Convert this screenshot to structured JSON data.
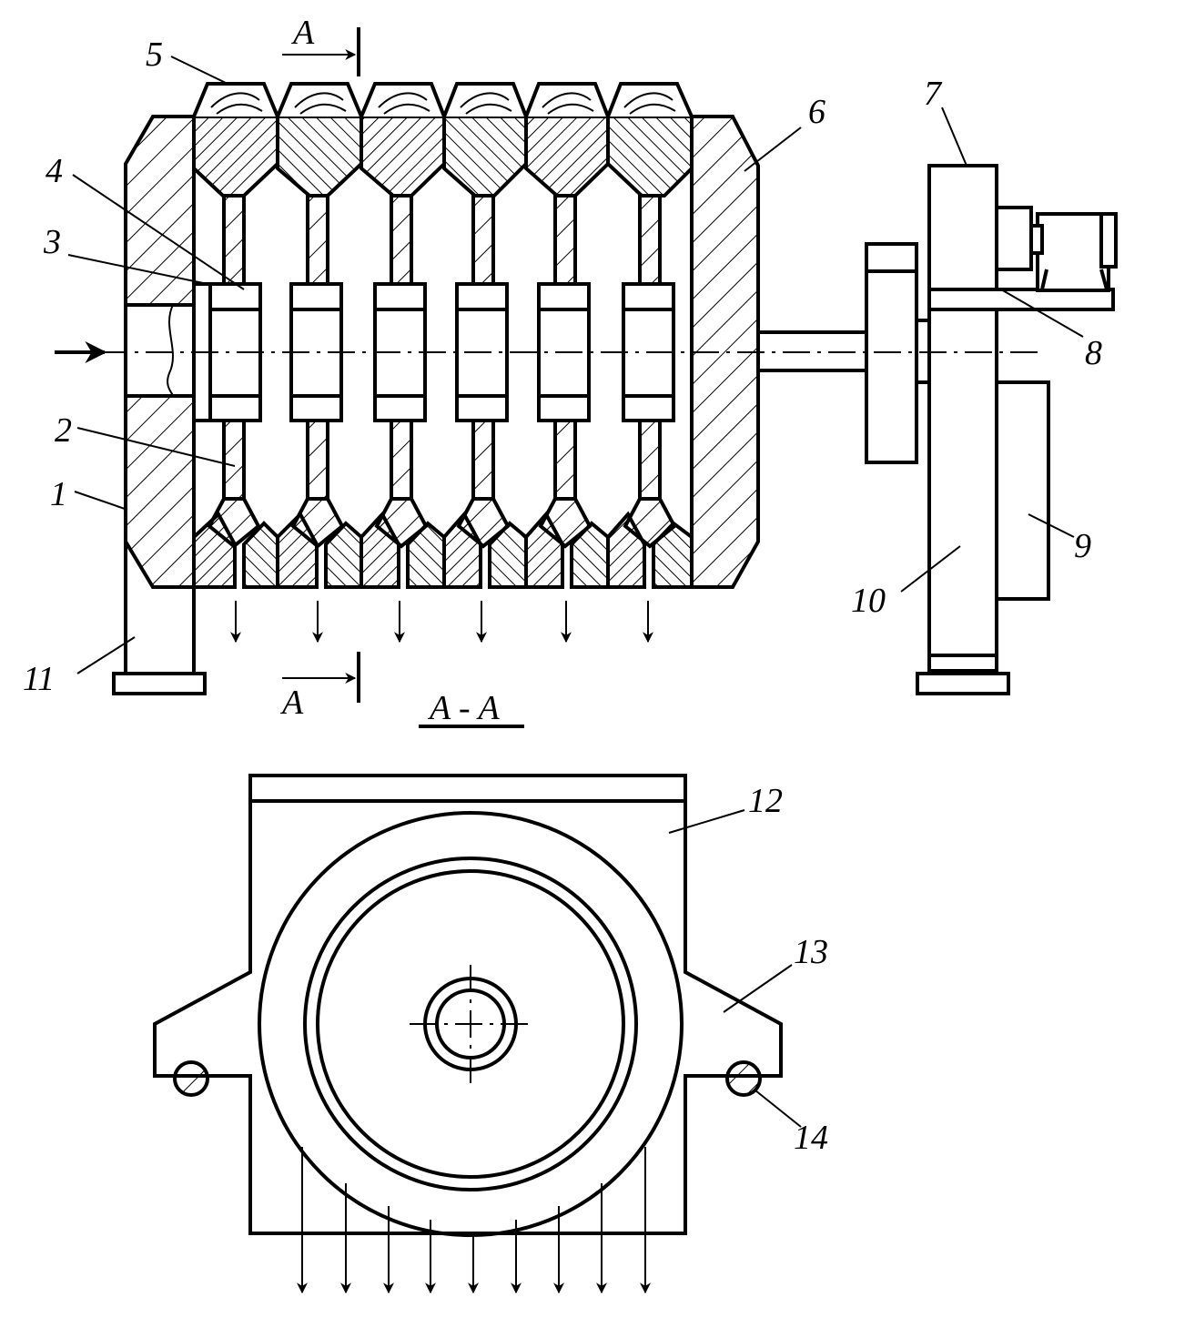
{
  "labels": {
    "l1": "1",
    "l2": "2",
    "l3": "3",
    "l4": "4",
    "l5": "5",
    "l6": "6",
    "l7": "7",
    "l8": "8",
    "l9": "9",
    "l10": "10",
    "l11": "11",
    "l12": "12",
    "l13": "13",
    "l14": "14"
  },
  "section": {
    "mark_top": "A",
    "mark_bottom": "A",
    "title": "A - A"
  },
  "colors": {
    "line": "#000000",
    "background": "#ffffff"
  }
}
